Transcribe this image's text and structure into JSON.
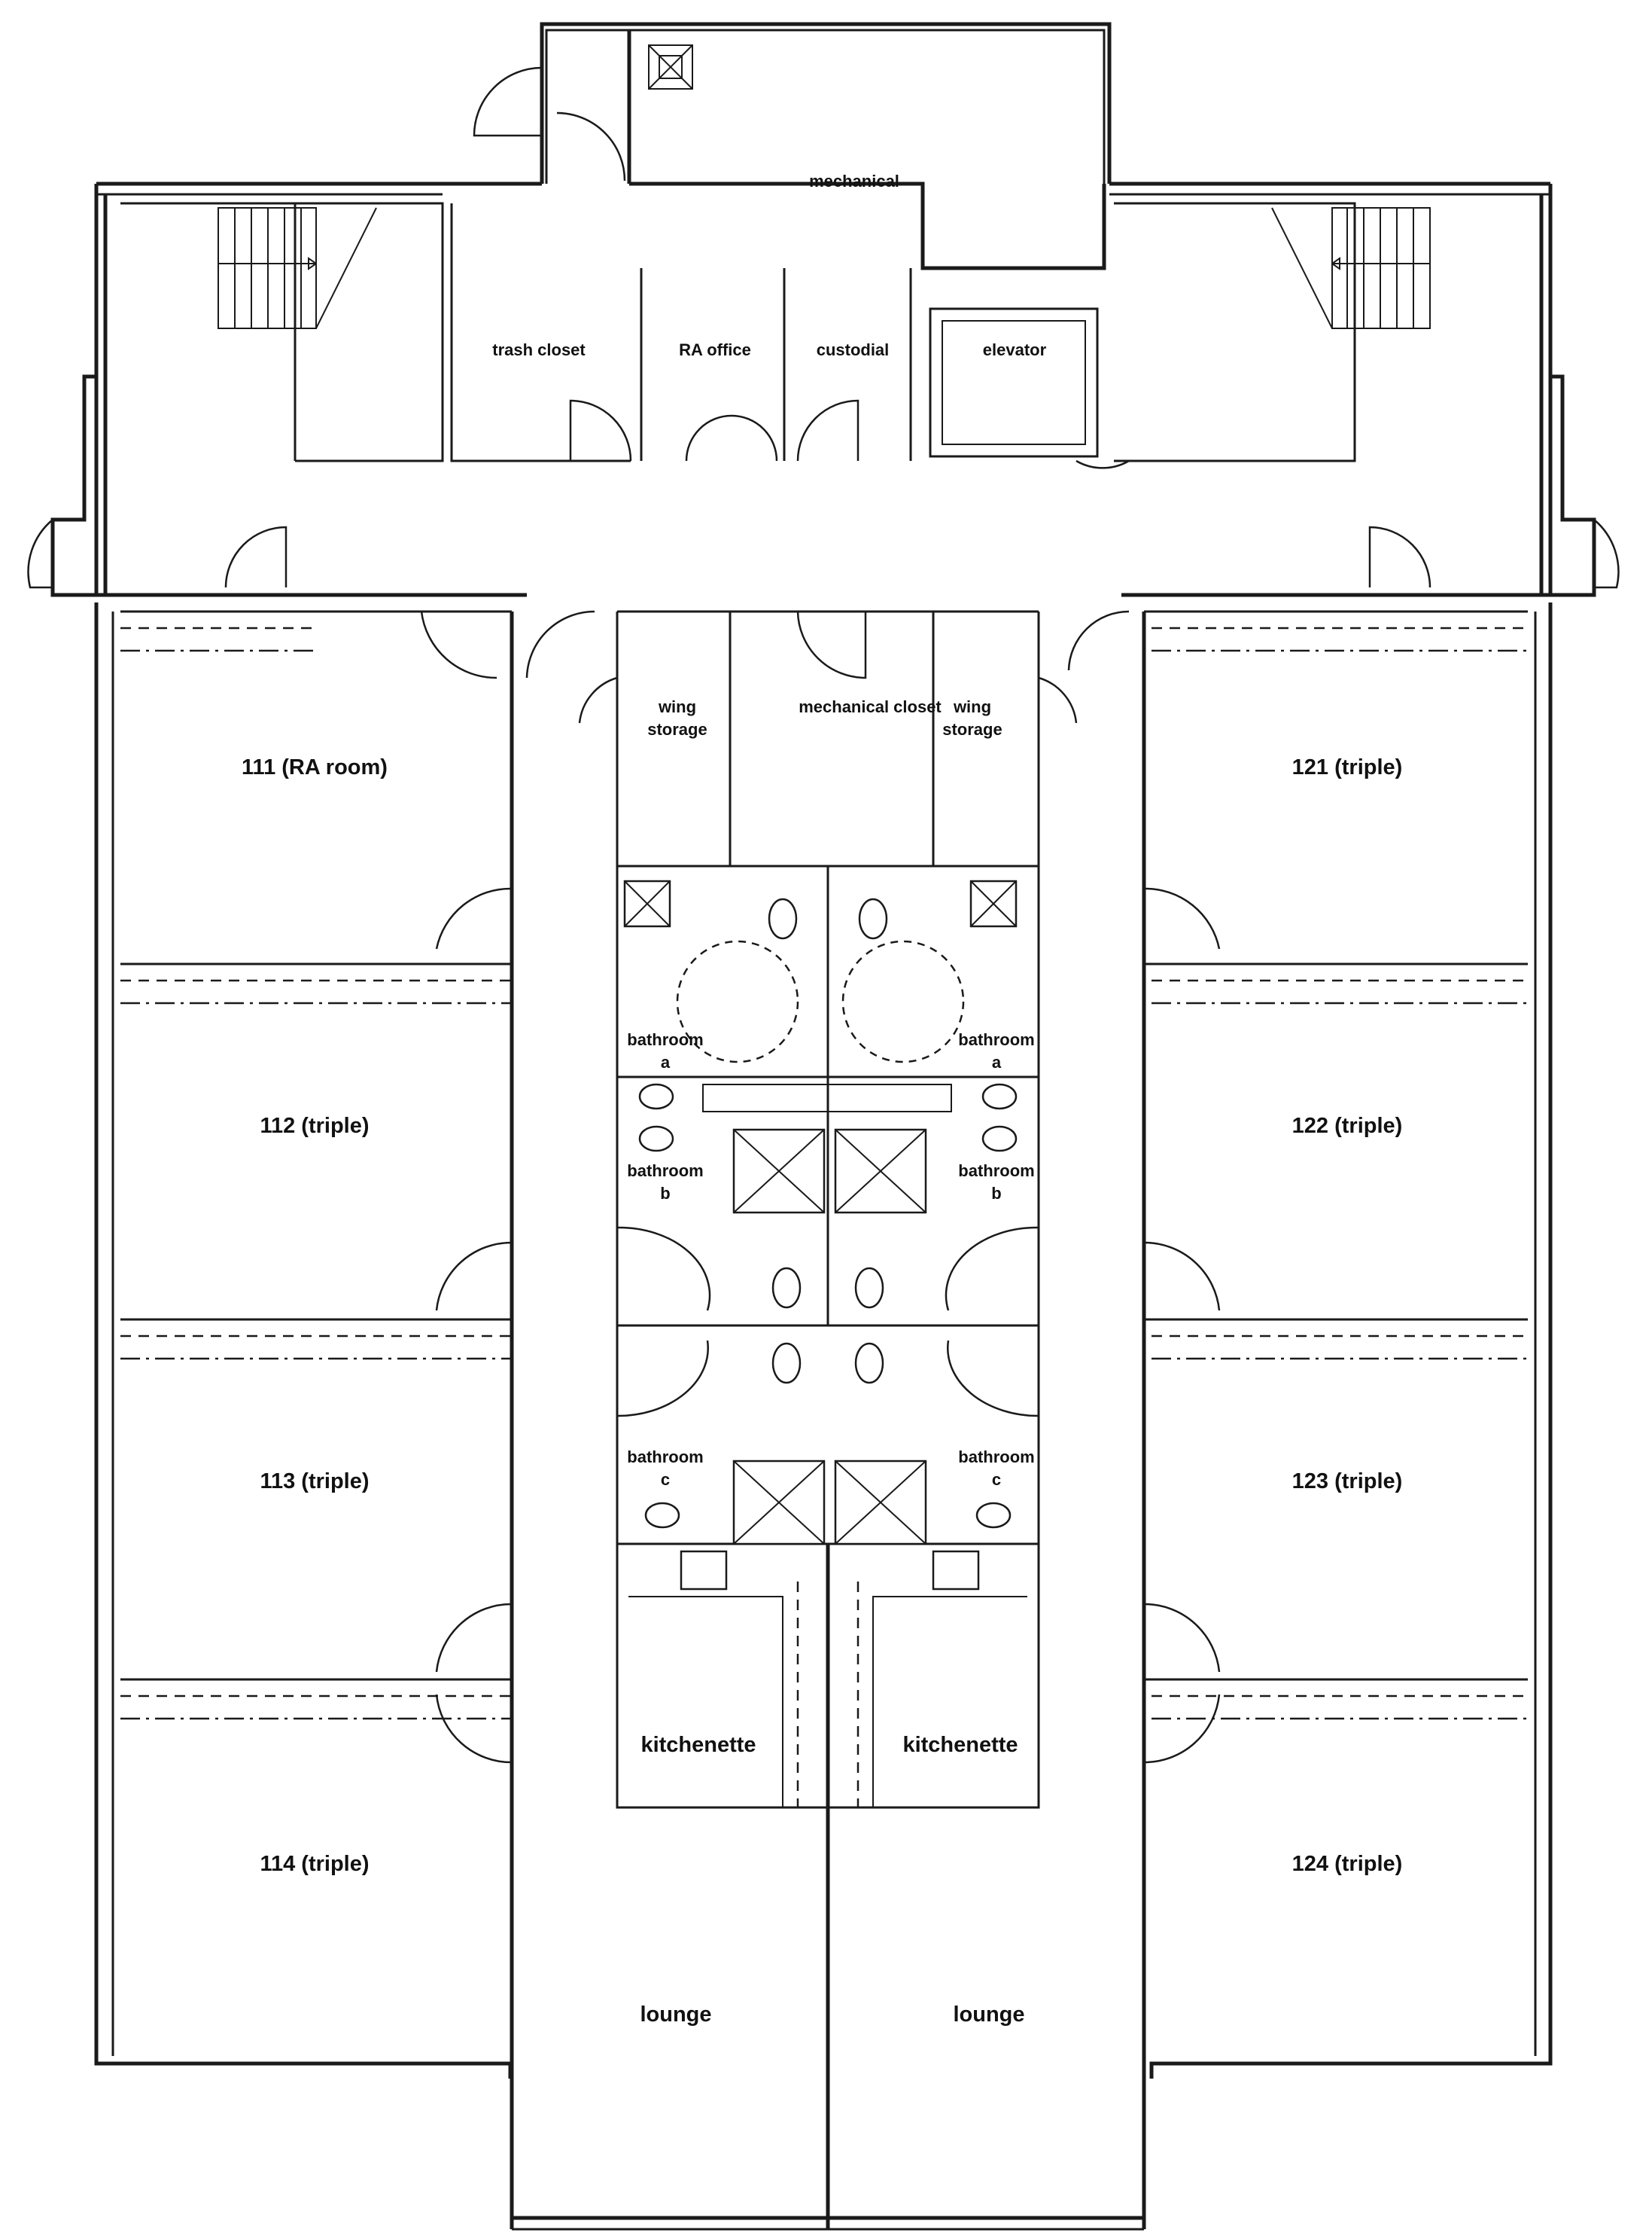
{
  "plan": {
    "top": {
      "mechanical": "mechanical",
      "trash_closet": "trash closet",
      "ra_office": "RA office",
      "custodial": "custodial",
      "elevator": "elevator"
    },
    "core": {
      "wing_storage_left_1": "wing",
      "wing_storage_left_2": "storage",
      "mechanical_closet": "mechanical closet",
      "wing_storage_right_1": "wing",
      "wing_storage_right_2": "storage",
      "bathroom_a_left_1": "bathroom",
      "bathroom_a_left_2": "a",
      "bathroom_a_right_1": "bathroom",
      "bathroom_a_right_2": "a",
      "bathroom_b_left_1": "bathroom",
      "bathroom_b_left_2": "b",
      "bathroom_b_right_1": "bathroom",
      "bathroom_b_right_2": "b",
      "bathroom_c_left_1": "bathroom",
      "bathroom_c_left_2": "c",
      "bathroom_c_right_1": "bathroom",
      "bathroom_c_right_2": "c",
      "kitchenette_left": "kitchenette",
      "kitchenette_right": "kitchenette",
      "lounge_left": "lounge",
      "lounge_right": "lounge"
    },
    "rooms": {
      "r111": "111 (RA room)",
      "r112": "112 (triple)",
      "r113": "113 (triple)",
      "r114": "114 (triple)",
      "r121": "121 (triple)",
      "r122": "122 (triple)",
      "r123": "123 (triple)",
      "r124": "124 (triple)"
    }
  }
}
